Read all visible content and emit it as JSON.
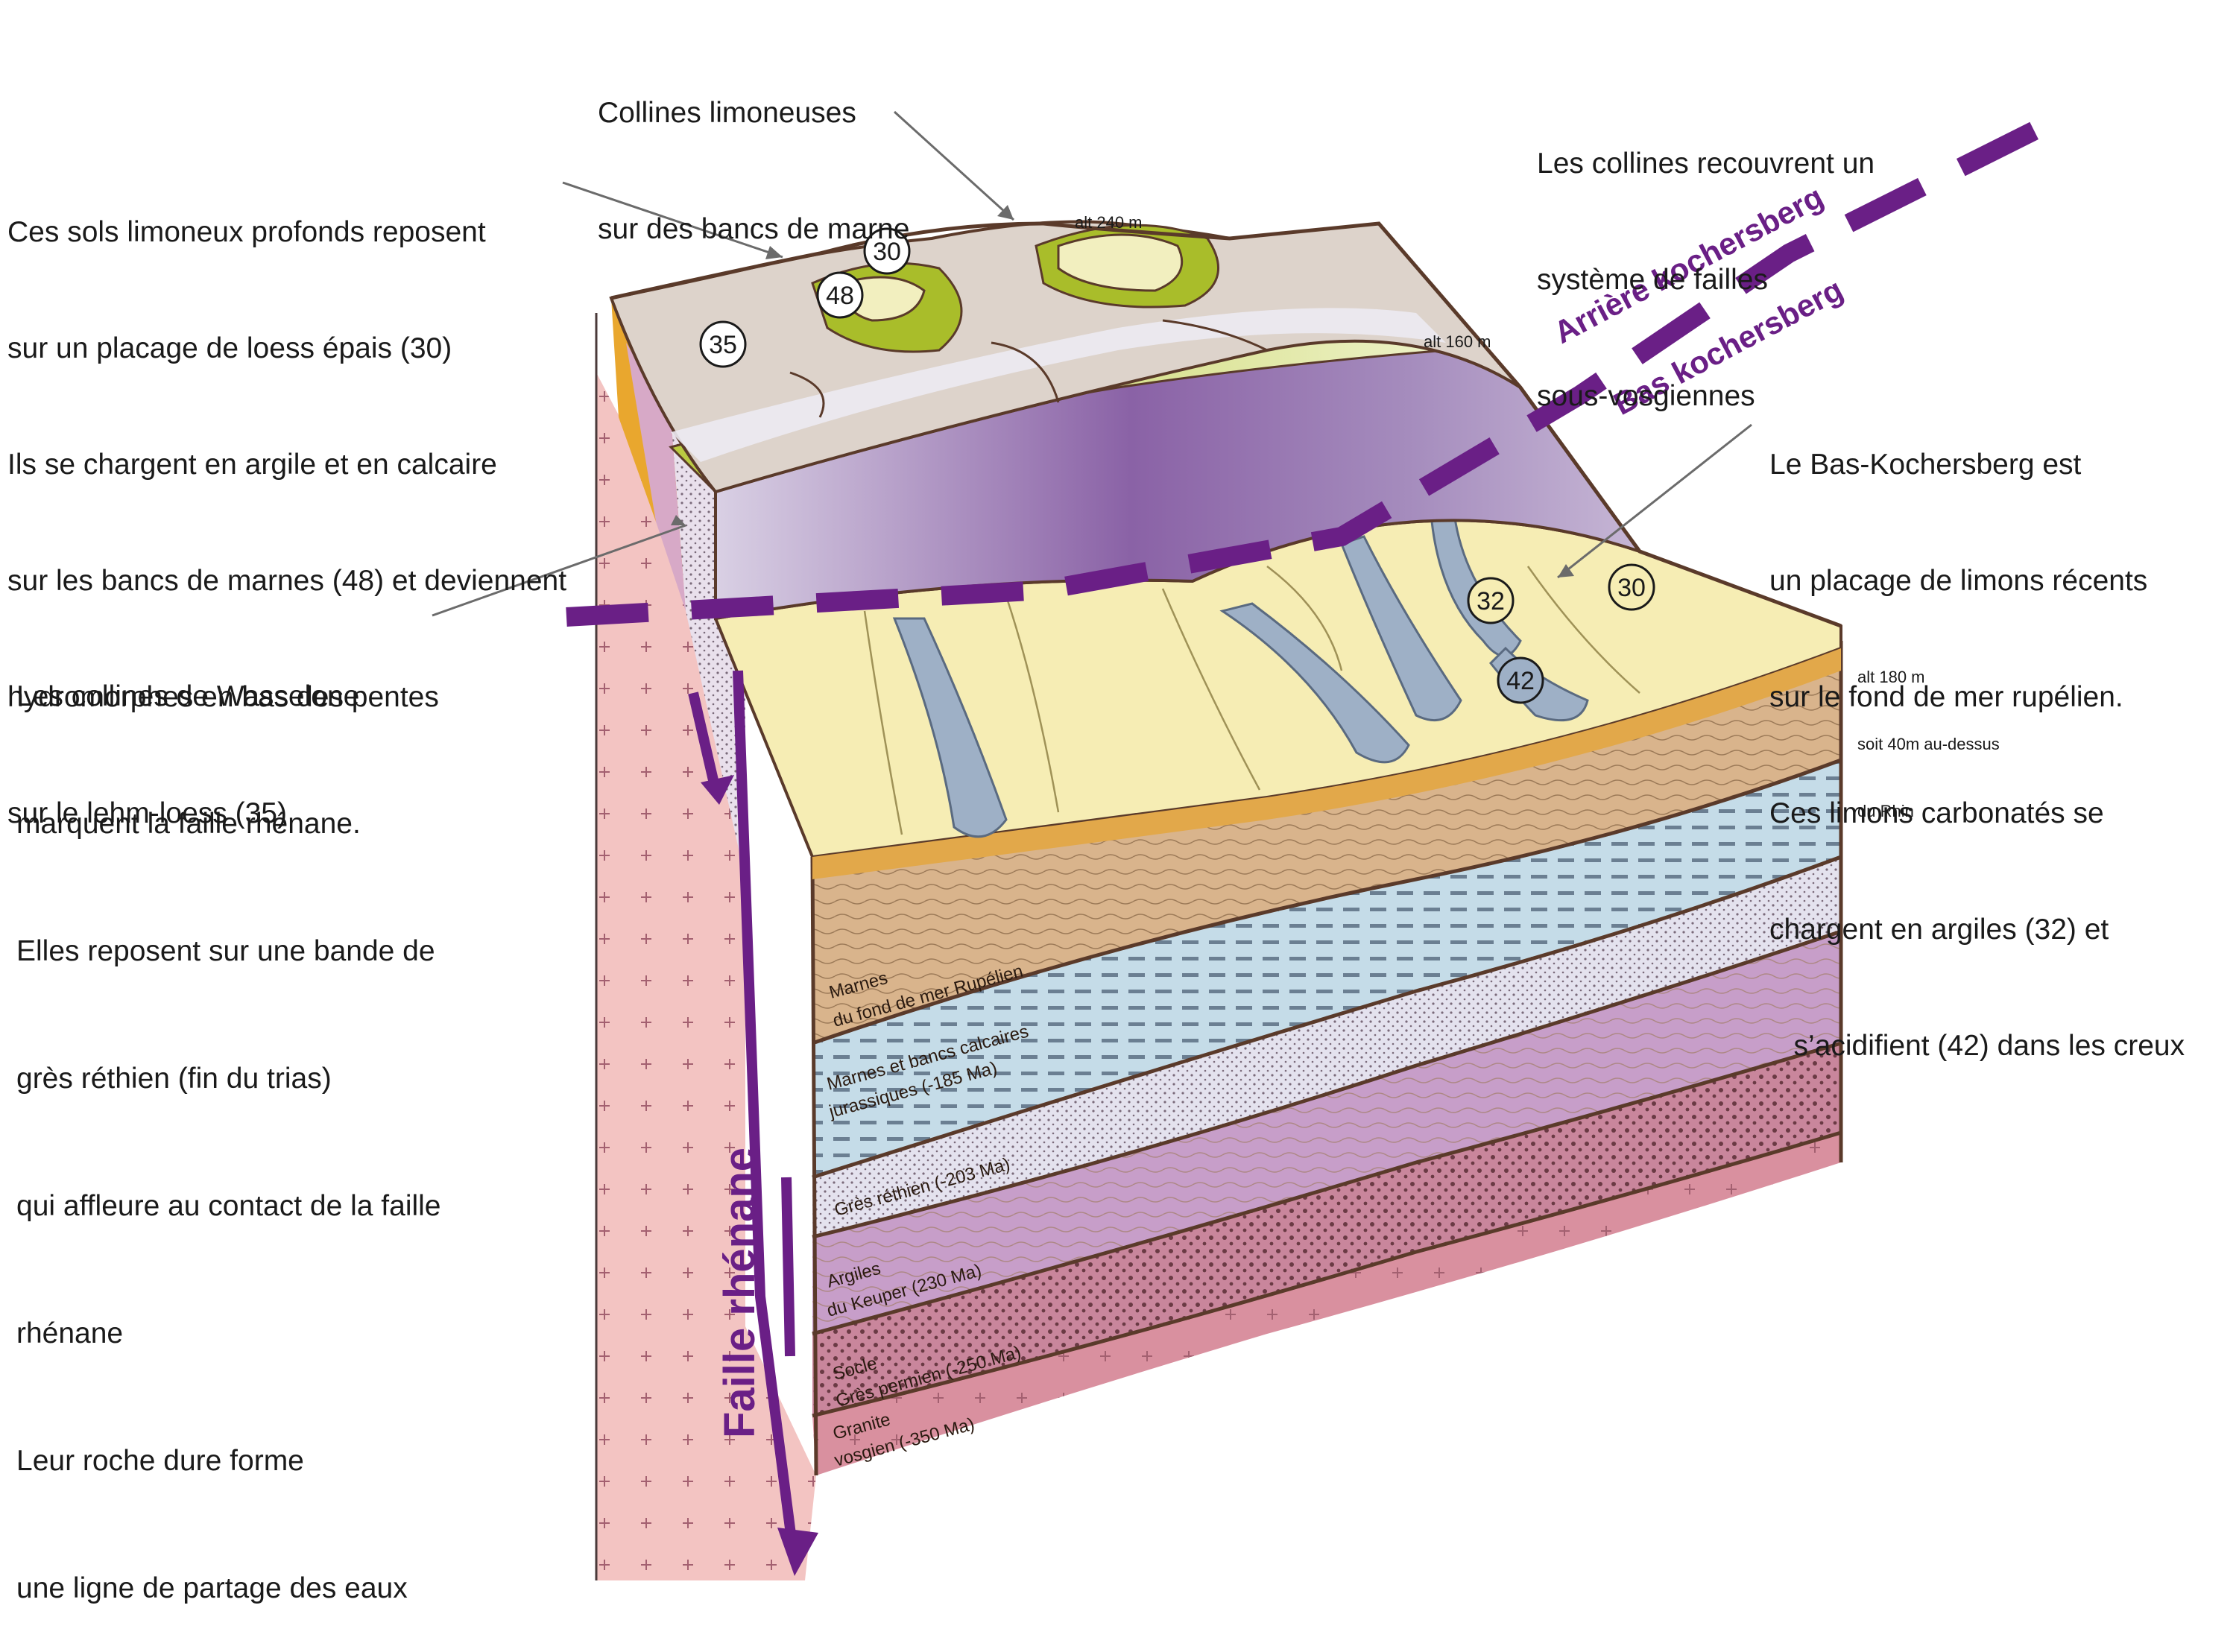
{
  "annotations": {
    "collines_limoneuses": [
      "Collines limoneuses",
      "sur des bancs de marne"
    ],
    "failles_sous_vosgiennes": [
      "Les collines recouvrent un",
      "système de failles",
      "sous-vosgiennes"
    ],
    "sols_limoneux": [
      "Ces sols limoneux profonds reposent",
      "sur un placage de loess épais (30)",
      "Ils se chargent en argile et en calcaire",
      "sur les bancs de marnes (48) et deviennent",
      "hydromorphes en bas des pentes",
      "sur le lehm-loess (35)"
    ],
    "bas_kochersberg": [
      "Le Bas-Kochersberg est",
      "un placage de limons récents",
      "sur le fond de mer rupélien.",
      "Ces limons carbonatés se",
      "chargent en argiles (32) et",
      "   s’acidifient (42) dans les creux"
    ],
    "wasselone": [
      "Les collines de Wasselone",
      "marquent la faille rhénane.",
      "Elles reposent sur une bande de",
      "grès réthien (fin du trias)",
      "qui affleure au contact de la faille",
      "rhénane",
      "Leur roche dure forme",
      "une ligne de partage des eaux"
    ]
  },
  "altitudes": {
    "alt240": "alt 240 m",
    "alt160": "alt 160 m",
    "alt180": [
      "alt 180 m",
      "soit 40m au-dessus",
      "du Rhin"
    ]
  },
  "fault_labels": {
    "arriere": "Arrière kochersberg",
    "bas": "Bas kochersberg",
    "rhenane": "Faille rhénane"
  },
  "soil_numbers": {
    "n30_top": "30",
    "n48": "48",
    "n35": "35",
    "n32": "32",
    "n30_right": "30",
    "n42": "42"
  },
  "layers": {
    "marnes_rupelien": [
      "Marnes",
      "du fond de mer Rupélien"
    ],
    "marnes_jurassiques": [
      "Marnes et bancs calcaires",
      "jurassiques (-185 Ma)"
    ],
    "gres_rethien": "Grès   réthien (-203 Ma)",
    "argiles_keuper": [
      "Argiles",
      "du Keuper (230 Ma)"
    ],
    "socle_permien": [
      "Socle",
      "Grès  permien (-250 Ma)"
    ],
    "granite_vosgien": [
      "Granite",
      "vosgien (-350 Ma)"
    ]
  },
  "colors": {
    "fault": "#6a1f86",
    "marnes": "#d9b48c",
    "jurassique": "#c5dce8",
    "gres": "#e4e2ee",
    "keuper": "#c79ec9",
    "permien": "#c9869c",
    "granite": "#f0c0c0",
    "limon": "#f6edb4"
  }
}
